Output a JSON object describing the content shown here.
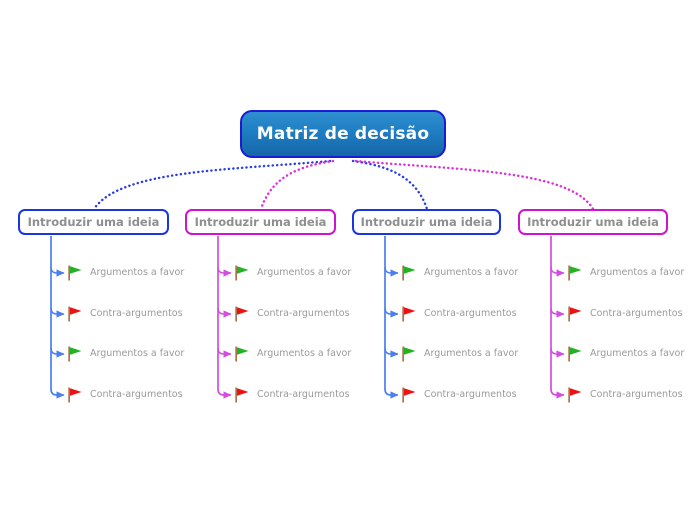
{
  "diagram": {
    "type": "mind-map",
    "title": "Matriz de decisão",
    "background_color": "#ffffff",
    "root": {
      "label": "Matriz de decisão",
      "text_color": "#ffffff",
      "border_color": "#1b1bd6",
      "gradient_from": "#2f8fd0",
      "gradient_to": "#1565a8"
    },
    "colors": {
      "branch_blue": "#1b35e0",
      "branch_magenta": "#cf14cf",
      "connector_blue": "#4a7ff0",
      "connector_magenta": "#d24ee0",
      "root_link_blue": "#2a3fe0",
      "root_link_magenta": "#dd2ddd",
      "node_text": "#8f8f8f",
      "leaf_text": "#9a9a9a",
      "flag_pro": "#22b222",
      "flag_con": "#ee1111",
      "flag_pole": "#a9744b"
    },
    "branches": [
      {
        "label": "Introduzir uma ideia",
        "accent": "#1b35e0",
        "leaves": [
          {
            "label": "Argumentos a favor",
            "icon": "green-flag-icon",
            "flag": "pro"
          },
          {
            "label": "Contra-argumentos",
            "icon": "red-flag-icon",
            "flag": "con"
          },
          {
            "label": "Argumentos a favor",
            "icon": "green-flag-icon",
            "flag": "pro"
          },
          {
            "label": "Contra-argumentos",
            "icon": "red-flag-icon",
            "flag": "con"
          }
        ]
      },
      {
        "label": "Introduzir uma ideia",
        "accent": "#cf14cf",
        "leaves": [
          {
            "label": "Argumentos a favor",
            "icon": "green-flag-icon",
            "flag": "pro"
          },
          {
            "label": "Contra-argumentos",
            "icon": "red-flag-icon",
            "flag": "con"
          },
          {
            "label": "Argumentos a favor",
            "icon": "green-flag-icon",
            "flag": "pro"
          },
          {
            "label": "Contra-argumentos",
            "icon": "red-flag-icon",
            "flag": "con"
          }
        ]
      },
      {
        "label": "Introduzir uma ideia",
        "accent": "#1b35e0",
        "leaves": [
          {
            "label": "Argumentos a favor",
            "icon": "green-flag-icon",
            "flag": "pro"
          },
          {
            "label": "Contra-argumentos",
            "icon": "red-flag-icon",
            "flag": "con"
          },
          {
            "label": "Argumentos a favor",
            "icon": "green-flag-icon",
            "flag": "pro"
          },
          {
            "label": "Contra-argumentos",
            "icon": "red-flag-icon",
            "flag": "con"
          }
        ]
      },
      {
        "label": "Introduzir uma ideia",
        "accent": "#cf14cf",
        "leaves": [
          {
            "label": "Argumentos a favor",
            "icon": "green-flag-icon",
            "flag": "pro"
          },
          {
            "label": "Contra-argumentos",
            "icon": "red-flag-icon",
            "flag": "con"
          },
          {
            "label": "Argumentos a favor",
            "icon": "green-flag-icon",
            "flag": "pro"
          },
          {
            "label": "Contra-argumentos",
            "icon": "red-flag-icon",
            "flag": "con"
          }
        ]
      }
    ]
  }
}
